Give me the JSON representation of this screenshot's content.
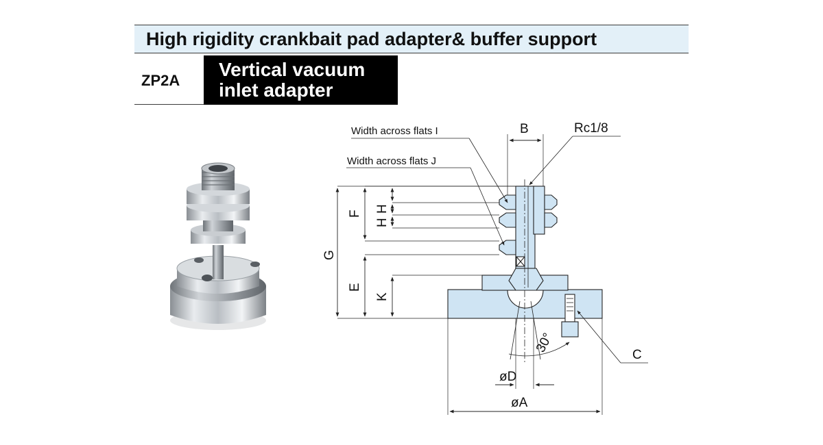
{
  "header": {
    "title": "High rigidity crankbait pad adapter& buffer support",
    "model_code": "ZP2A",
    "model_name_line1": "Vertical vacuum",
    "model_name_line2": "inlet adapter"
  },
  "drawing": {
    "label_width_flats_i": "Width across flats I",
    "label_width_flats_j": "Width across flats J",
    "dim_b": "B",
    "thread": "Rc1/8",
    "dim_f": "F",
    "dim_h1": "H",
    "dim_h2": "H",
    "dim_g": "G",
    "dim_e": "E",
    "dim_k": "K",
    "dim_c": "C",
    "angle": "30°",
    "dim_d": "øD",
    "dim_a": "øA"
  },
  "colors": {
    "part_fill": "#cfe4f3",
    "line": "#222222"
  }
}
